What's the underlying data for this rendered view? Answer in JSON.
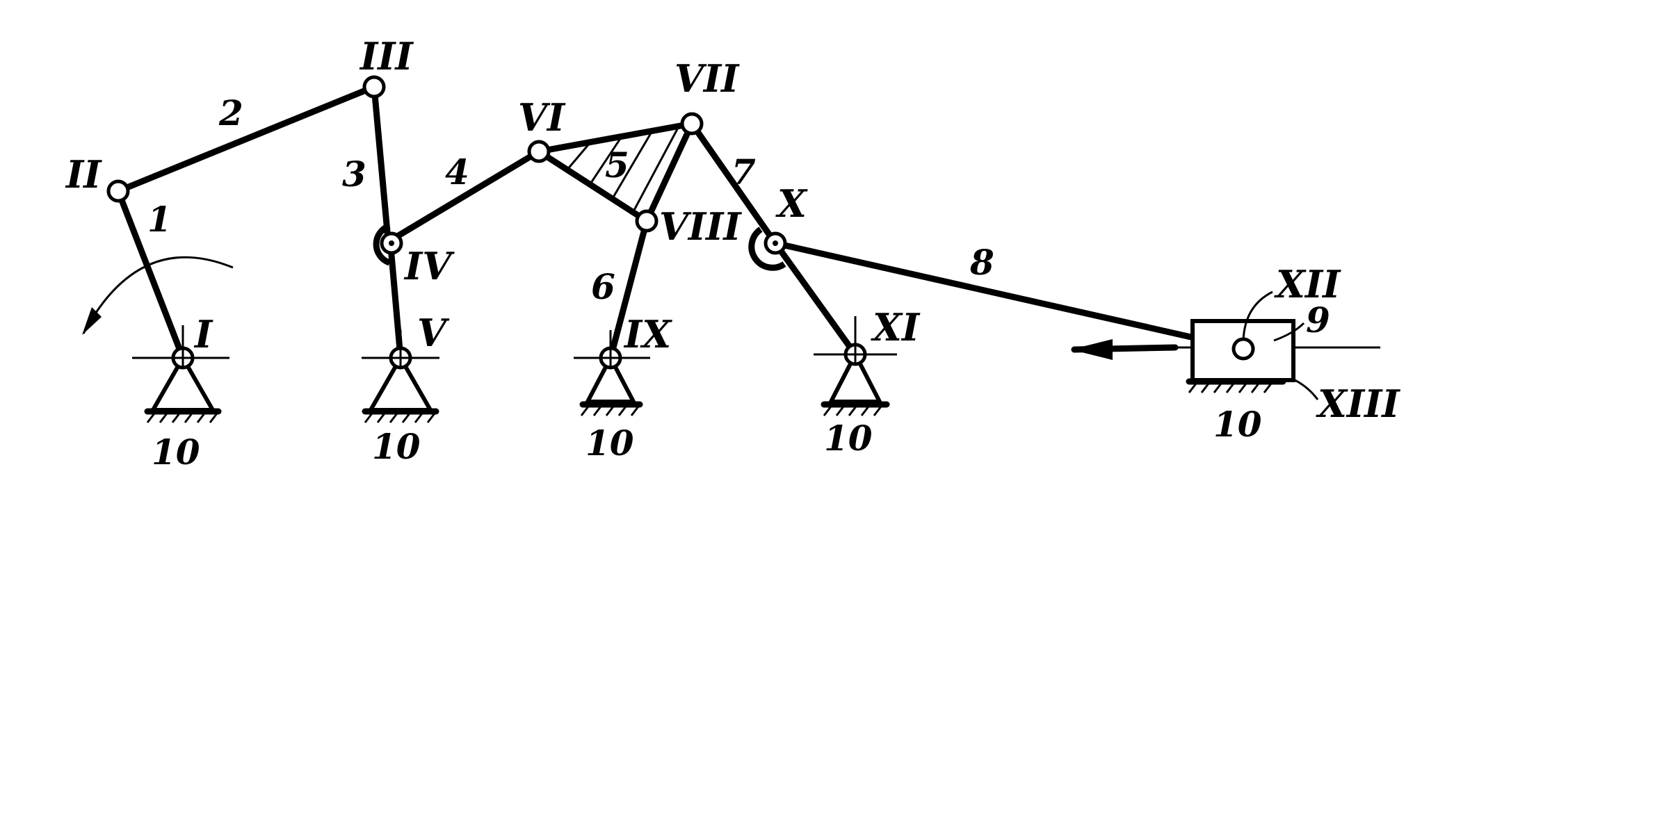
{
  "joints": {
    "I": "I",
    "II": "II",
    "III": "III",
    "IV": "IV",
    "V": "V",
    "VI": "VI",
    "VII": "VII",
    "VIII": "VIII",
    "IX": "IX",
    "X": "X",
    "XI": "XI",
    "XII": "XII",
    "XIII": "XIII"
  },
  "links": {
    "l1": "1",
    "l2": "2",
    "l3": "3",
    "l4": "4",
    "l5": "5",
    "l6": "6",
    "l7": "7",
    "l8": "8",
    "l9": "9"
  },
  "frame": {
    "s1": "10",
    "s2": "10",
    "s3": "10",
    "s4": "10",
    "s5": "10"
  },
  "colors": {
    "stroke": "#000000",
    "background": "#ffffff"
  }
}
